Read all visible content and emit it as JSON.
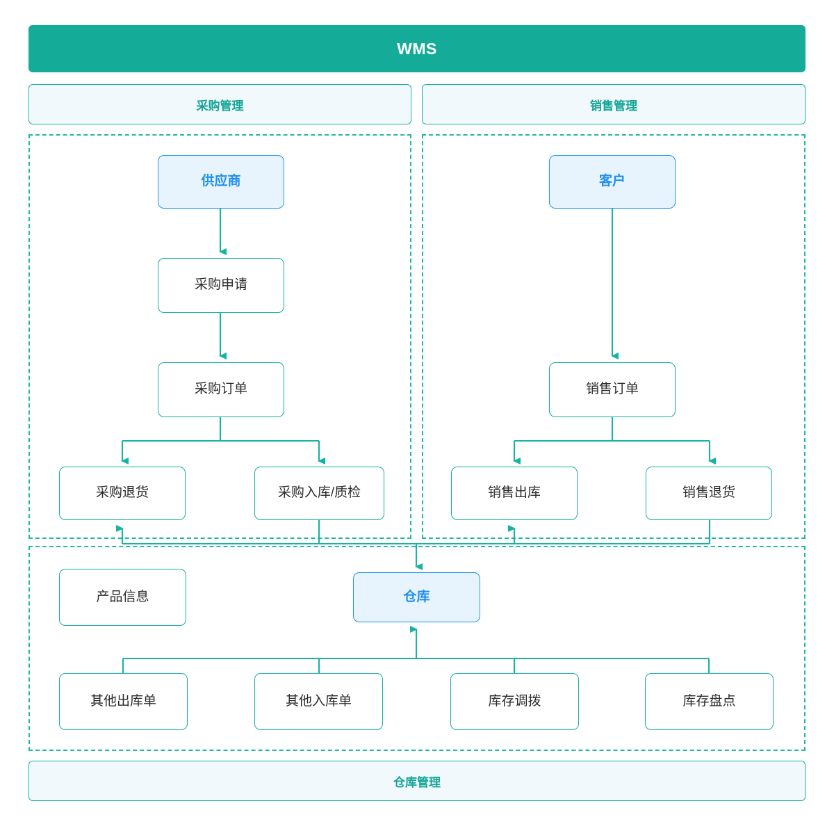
{
  "diagram": {
    "title": "WMS",
    "type": "flowchart",
    "colors": {
      "teal": "#15ab99",
      "teal_border": "#13b0a0",
      "accent_blue": "#1f8fee",
      "accent_blue_bg": "#e8f4fd",
      "banner_bg": "#f2f9fd",
      "node_text": "#2b2b2b",
      "dashed_group": "#22b8a6"
    }
  },
  "header": {
    "label": "WMS"
  },
  "section_banners": [
    {
      "id": "purchase",
      "label": "采购管理"
    },
    {
      "id": "sales",
      "label": "销售管理"
    }
  ],
  "footer_banner": {
    "id": "warehouse",
    "label": "仓库管理"
  },
  "nodes": {
    "supplier": {
      "label": "供应商",
      "style": "accent"
    },
    "purchase_req": {
      "label": "采购申请",
      "style": "default"
    },
    "purchase_order": {
      "label": "采购订单",
      "style": "default"
    },
    "purchase_return": {
      "label": "采购退货",
      "style": "default"
    },
    "purchase_inbound": {
      "label": "采购入库/质检",
      "style": "default"
    },
    "customer": {
      "label": "客户",
      "style": "accent"
    },
    "sales_order": {
      "label": "销售订单",
      "style": "default"
    },
    "sales_outbound": {
      "label": "销售出库",
      "style": "default"
    },
    "sales_return": {
      "label": "销售退货",
      "style": "default"
    },
    "product_info": {
      "label": "产品信息",
      "style": "default"
    },
    "warehouse": {
      "label": "仓库",
      "style": "accent"
    },
    "other_outbound": {
      "label": "其他出库单",
      "style": "default"
    },
    "other_inbound": {
      "label": "其他入库单",
      "style": "default"
    },
    "stock_transfer": {
      "label": "库存调拨",
      "style": "default"
    },
    "stock_count": {
      "label": "库存盘点",
      "style": "default"
    }
  },
  "edges": [
    {
      "from": "supplier",
      "to": "purchase_req"
    },
    {
      "from": "purchase_req",
      "to": "purchase_order"
    },
    {
      "from": "purchase_order",
      "to": "purchase_return"
    },
    {
      "from": "purchase_order",
      "to": "purchase_inbound"
    },
    {
      "from": "customer",
      "to": "sales_order"
    },
    {
      "from": "sales_order",
      "to": "sales_outbound"
    },
    {
      "from": "sales_order",
      "to": "sales_return"
    },
    {
      "from": "purchase_inbound",
      "to": "warehouse"
    },
    {
      "from": "sales_return",
      "to": "warehouse"
    },
    {
      "from": "warehouse",
      "to": "purchase_return"
    },
    {
      "from": "warehouse",
      "to": "sales_outbound"
    },
    {
      "from": "warehouse",
      "to": "other_outbound"
    },
    {
      "from": "other_inbound",
      "to": "warehouse"
    },
    {
      "from": "stock_transfer",
      "to": "warehouse"
    },
    {
      "from": "stock_count",
      "to": "warehouse"
    }
  ]
}
